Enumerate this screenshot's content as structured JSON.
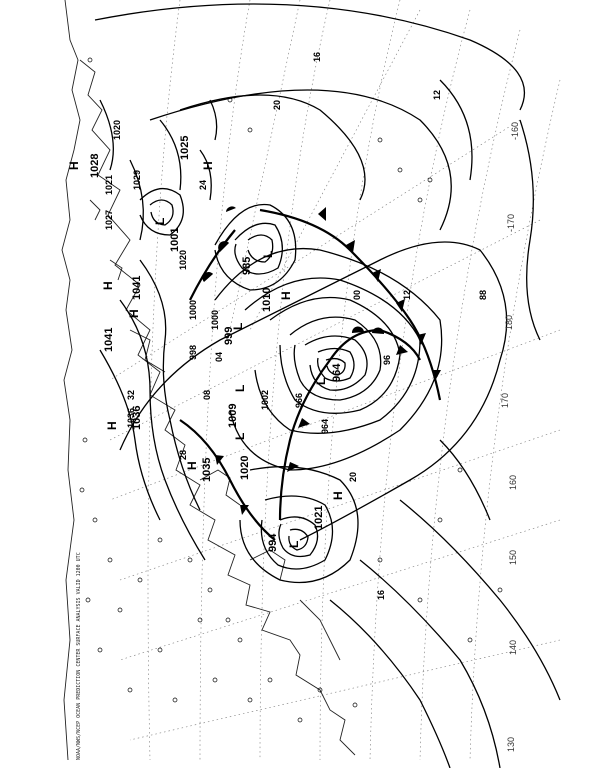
{
  "header_text": "NOAA/NWS/NCEP OCEAN PREDICTION CENTER  SURFACE ANALYSIS  VALID 1200 UTC",
  "pressure_centers": [
    {
      "type": "H",
      "value": "1028"
    },
    {
      "type": "H",
      "value": "1025"
    },
    {
      "type": "L",
      "value": "1001"
    },
    {
      "type": "H",
      "value": "1041"
    },
    {
      "type": "H",
      "value": "1041"
    },
    {
      "type": "L",
      "value": "985"
    },
    {
      "type": "H",
      "value": "1010"
    },
    {
      "type": "L",
      "value": "999"
    },
    {
      "type": "L",
      "value": "964"
    },
    {
      "type": "L",
      "value": "1009"
    },
    {
      "type": "H",
      "value": "1036"
    },
    {
      "type": "H",
      "value": "1035"
    },
    {
      "type": "L",
      "value": "1020"
    },
    {
      "type": "H",
      "value": "1021"
    },
    {
      "type": "L",
      "value": "994"
    }
  ],
  "isobar_labels": [
    "1027",
    "1021",
    "1029",
    "1020",
    "1020",
    "1000",
    "998",
    "1000",
    "1002",
    "966",
    "964",
    "1036",
    "16",
    "12",
    "20",
    "24",
    "28",
    "32",
    "08",
    "04",
    "00",
    "96",
    "88",
    "16",
    "20",
    "12"
  ],
  "longitudes": [
    "-160",
    "-170",
    "180",
    "170",
    "160",
    "150",
    "140",
    "130"
  ],
  "page_label_88": "88"
}
